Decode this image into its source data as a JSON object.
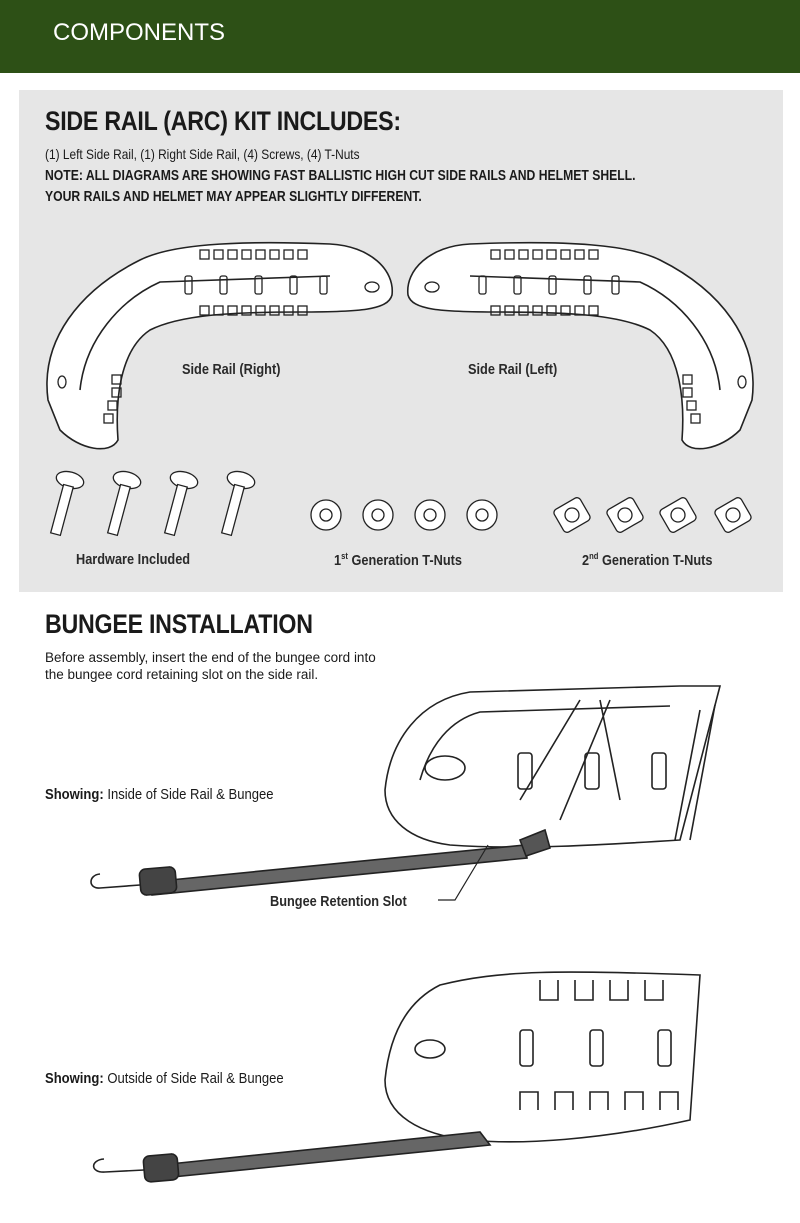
{
  "header": {
    "title": "COMPONENTS"
  },
  "kit": {
    "title": "SIDE RAIL (ARC) KIT INCLUDES:",
    "contents": "(1) Left Side Rail, (1) Right Side Rail, (4) Screws, (4) T-Nuts",
    "note_line1": "NOTE: ALL DIAGRAMS ARE SHOWING FAST BALLISTIC HIGH CUT SIDE RAILS AND HELMET SHELL.",
    "note_line2": "YOUR RAILS AND HELMET MAY APPEAR SLIGHTLY DIFFERENT.",
    "right_rail_label": "Side Rail (Right)",
    "left_rail_label": "Side Rail (Left)",
    "hardware_label": "Hardware Included",
    "tnut1_num": "1",
    "tnut1_sup": "st",
    "tnut1_label": " Generation T-Nuts",
    "tnut2_num": "2",
    "tnut2_sup": "nd",
    "tnut2_label": " Generation T-Nuts"
  },
  "bungee": {
    "title": "BUNGEE INSTALLATION",
    "instruction_line1": "Before assembly, insert the end of the bungee cord into",
    "instruction_line2": "the bungee cord retaining slot on the side rail.",
    "inside_bold": "Showing:",
    "inside_text": " Inside of Side Rail & Bungee",
    "slot_label": "Bungee Retention Slot",
    "outside_bold": "Showing:",
    "outside_text": " Outside of Side Rail & Bungee"
  }
}
